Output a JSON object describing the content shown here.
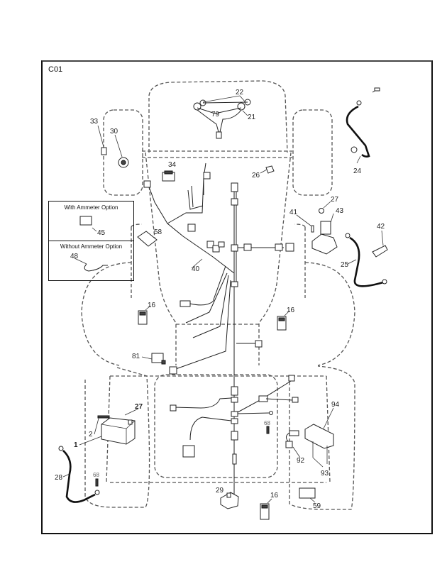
{
  "figure": {
    "code": "C01"
  },
  "options_box": {
    "with_ammeter_title": "With Ammeter Option",
    "with_ammeter_part": "45",
    "without_ammeter_title": "Without Ammeter Option",
    "without_ammeter_part": "48"
  },
  "callouts": {
    "p22": "22",
    "p79": "79",
    "p21": "21",
    "p33": "33",
    "p30": "30",
    "p34": "34",
    "p26": "26",
    "p24": "24",
    "p27a": "27",
    "p41": "41",
    "p43": "43",
    "p42": "42",
    "p25": "25",
    "p58": "58",
    "p40": "40",
    "p16a": "16",
    "p16b": "16",
    "p81": "81",
    "p2": "2",
    "p27b": "27",
    "p1": "1",
    "p28": "28",
    "p68a": "68",
    "p68b": "68",
    "p94": "94",
    "p92": "92",
    "p93": "93",
    "p29": "29",
    "p16c": "16",
    "p59": "59"
  }
}
